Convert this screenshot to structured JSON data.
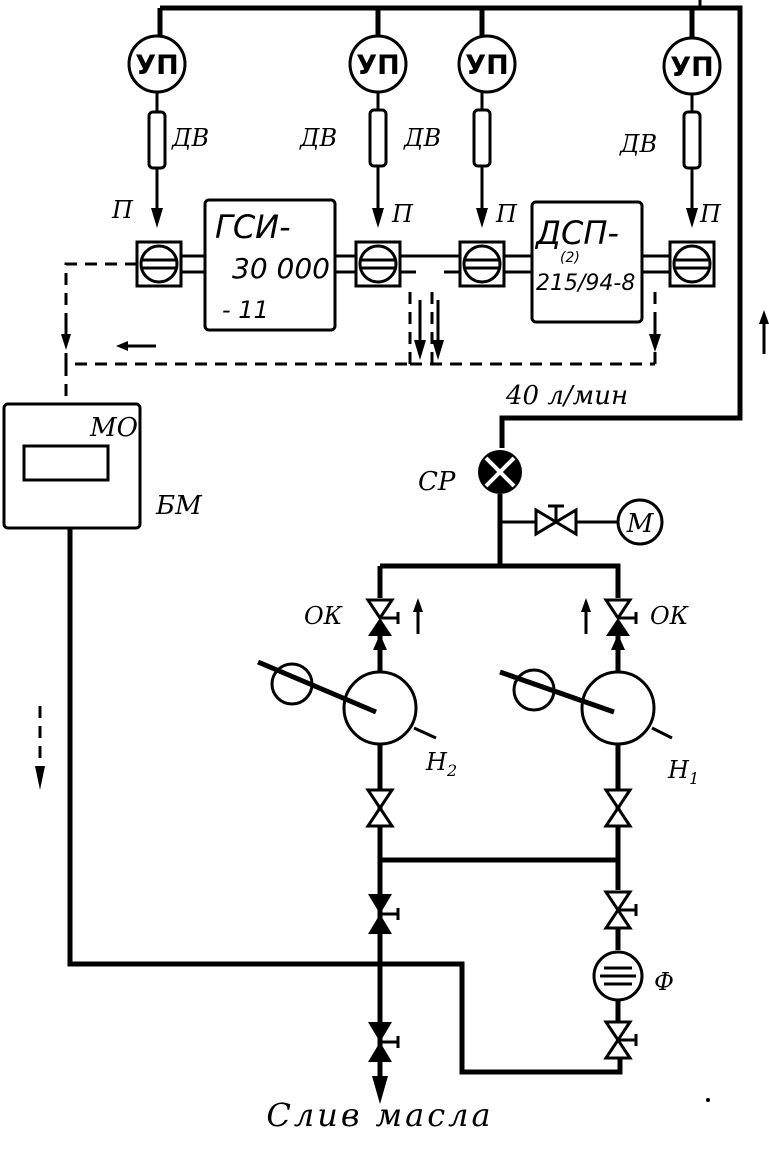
{
  "labels": {
    "up": "УП",
    "dv": "ДВ",
    "p": "П",
    "gsi_line1": "ГСИ-",
    "gsi_line2": "30 000",
    "gsi_line3": "- 11",
    "dsp_line1": "ДСП-",
    "dsp_sup": "(2)",
    "dsp_line2": "215/94-8",
    "flow_rate": "40 л/мин",
    "sr": "СР",
    "m": "М",
    "mo": "МО",
    "bm": "БМ",
    "ok": "ОК",
    "h2_main": "Н",
    "h2_sub": "2",
    "h1_main": "Н",
    "h1_sub": "1",
    "f": "Ф",
    "oil_drain": "Слив масла"
  }
}
